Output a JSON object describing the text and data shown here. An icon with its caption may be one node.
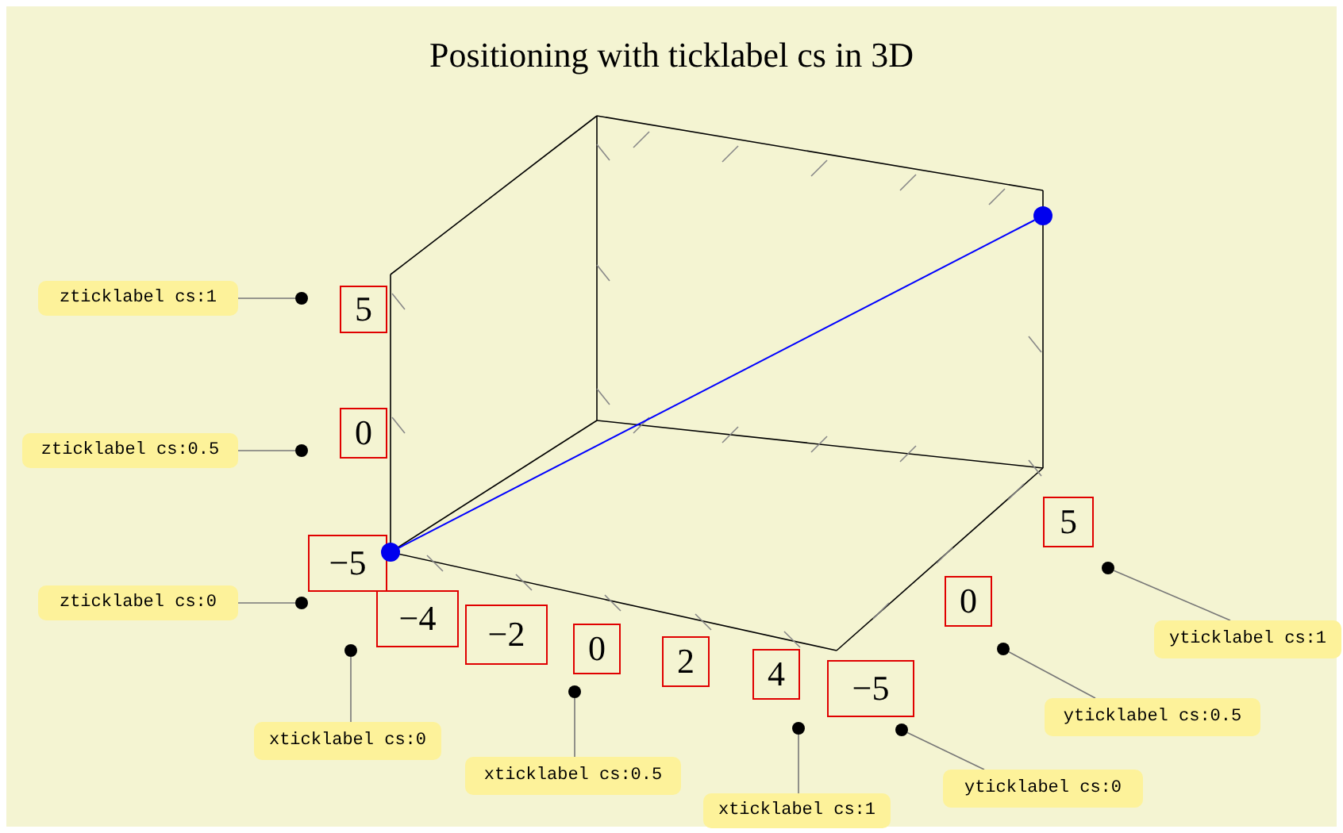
{
  "diagram": {
    "title": "Positioning with ticklabel cs in 3D",
    "nodes": [
      {
        "text": [
          "5"
        ]
      },
      {
        "text": [
          "0"
        ]
      },
      {
        "text": [
          "−5"
        ]
      },
      {
        "text": [
          "−4"
        ]
      },
      {
        "text": [
          "−2"
        ]
      },
      {
        "text": [
          "0"
        ]
      },
      {
        "text": [
          "2"
        ]
      },
      {
        "text": [
          "4"
        ]
      },
      {
        "text": [
          "−5"
        ]
      },
      {
        "text": [
          "0"
        ]
      },
      {
        "text": [
          "5"
        ]
      },
      {
        "text": [
          "zticklabel cs:1"
        ]
      },
      {
        "text": [
          "zticklabel cs:0.5"
        ]
      },
      {
        "text": [
          "zticklabel cs:0"
        ]
      },
      {
        "text": [
          "xticklabel cs:0"
        ]
      },
      {
        "text": [
          "xticklabel cs:0.5"
        ]
      },
      {
        "text": [
          "xticklabel cs:1"
        ]
      },
      {
        "text": [
          "yticklabel cs:0"
        ]
      },
      {
        "text": [
          "yticklabel cs:0.5"
        ]
      },
      {
        "text": [
          "yticklabel cs:1"
        ]
      },
      {
        "text": [],
        "shape": "circle"
      },
      {
        "text": [],
        "shape": "circle"
      },
      {
        "text": [],
        "shape": "circle"
      },
      {
        "text": [],
        "shape": "circle"
      },
      {
        "text": [],
        "shape": "circle"
      },
      {
        "text": [],
        "shape": "circle"
      },
      {
        "text": [],
        "shape": "circle"
      },
      {
        "text": [],
        "shape": "circle"
      },
      {
        "text": [],
        "shape": "circle"
      },
      {
        "text": [],
        "shape": "circle"
      },
      {
        "text": [],
        "shape": "circle"
      }
    ],
    "edges": [
      {
        "from": 11,
        "to": 20,
        "arrow": "none"
      },
      {
        "from": 12,
        "to": 21,
        "arrow": "none"
      },
      {
        "from": 13,
        "to": 22,
        "arrow": "none"
      },
      {
        "from": 14,
        "to": 23,
        "arrow": "none"
      },
      {
        "from": 15,
        "to": 24,
        "arrow": "none"
      },
      {
        "from": 16,
        "to": 25,
        "arrow": "none"
      },
      {
        "from": 17,
        "to": 26,
        "arrow": "none"
      },
      {
        "from": 18,
        "to": 27,
        "arrow": "none"
      },
      {
        "from": 19,
        "to": 28,
        "arrow": "none"
      },
      {
        "from": 29,
        "to": 30,
        "arrow": "none",
        "color": "#0000ff"
      }
    ]
  }
}
